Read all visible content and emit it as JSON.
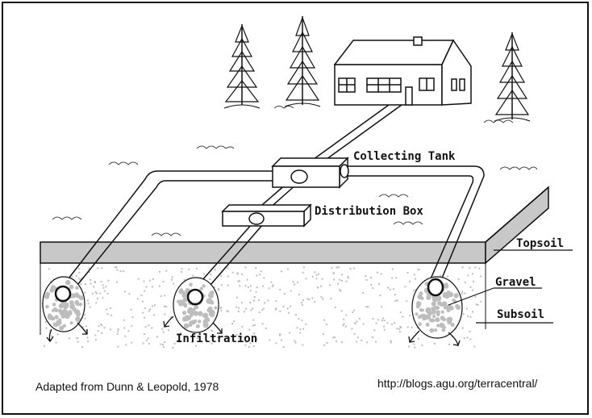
{
  "labels": {
    "collecting_tank": "Collecting Tank",
    "distribution_box": "Distribution Box",
    "topsoil": "Topsoil",
    "gravel": "Gravel",
    "subsoil": "Subsoil",
    "infiltration": "Infiltration"
  },
  "credits": {
    "source": "Adapted from Dunn & Leopold, 1978",
    "url": "http://blogs.agu.org/terracentral/"
  },
  "colors": {
    "line": "#111111",
    "topsoil": "#c8c8c8",
    "gravel_dot": "#bdbdbd",
    "background": "#ffffff"
  }
}
